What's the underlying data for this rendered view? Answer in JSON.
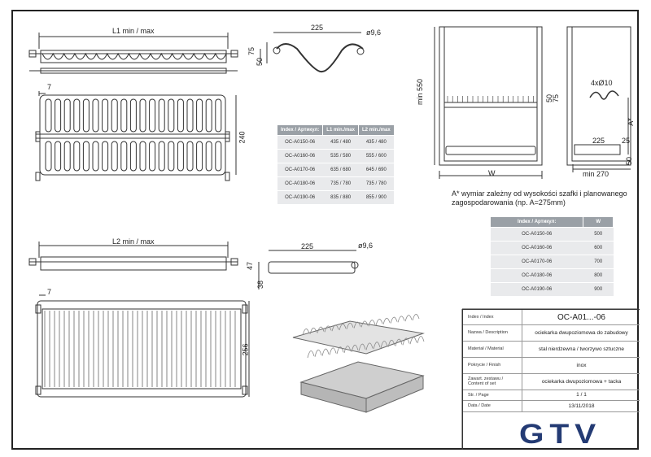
{
  "dims": {
    "l1": "L1 min / max",
    "d225a": "225",
    "d96a": "ø9,6",
    "d75": "75",
    "d50a": "50",
    "d7a": "7",
    "d240": "240",
    "l2": "L2 min / max",
    "d225b": "225",
    "d96b": "ø9,6",
    "d47": "47",
    "d38": "38",
    "d7b": "7",
    "d256": "256",
    "d550": "min  550",
    "d50b": "50",
    "d75b": "75",
    "d4x10": "4xØ10",
    "dA": "A*",
    "d225c": "225",
    "d25": "25",
    "dW": "W",
    "d270": "min  270",
    "d50c": "50"
  },
  "note": "A* wymiar zależny od wysokości szafki i planowanego zagospodarowania (np. A=275mm)",
  "table_l": {
    "headers": [
      "Index / Артикул:",
      "L1 min./max",
      "L2 min./max"
    ],
    "rows": [
      [
        "OC-A0150-06",
        "435 / 480",
        "435 / 480"
      ],
      [
        "OC-A0160-06",
        "535 / 580",
        "555 / 600"
      ],
      [
        "OC-A0170-06",
        "635 / 680",
        "645 / 690"
      ],
      [
        "OC-A0180-06",
        "735 / 780",
        "735 / 780"
      ],
      [
        "OC-A0190-06",
        "835 / 880",
        "855 / 900"
      ]
    ]
  },
  "table_w": {
    "headers": [
      "Index / Артикул:",
      "W"
    ],
    "rows": [
      [
        "OC-A0150-06",
        "500"
      ],
      [
        "OC-A0160-06",
        "600"
      ],
      [
        "OC-A0170-06",
        "700"
      ],
      [
        "OC-A0180-06",
        "800"
      ],
      [
        "OC-A0190-06",
        "900"
      ]
    ]
  },
  "title_block": [
    {
      "label": "Index / Index",
      "value": "OC-A01...-06"
    },
    {
      "label": "Nazwa / Description",
      "value": "ociekarka dwupoziomowa do zabudowy"
    },
    {
      "label": "Materiał / Material",
      "value": "stal nierdzewna / tworzywo sztuczne"
    },
    {
      "label": "Pokrycie / Finish",
      "value": "inox"
    },
    {
      "label": "Zawart. zestawu / Content of set",
      "value": "ociekarka dwupoziomowa + tacka"
    },
    {
      "label": "Str. / Page",
      "value": "1 / 1"
    },
    {
      "label": "Data / Date",
      "value": "13/11/2018"
    }
  ],
  "logo": "GTV",
  "colors": {
    "logo": "#243b74",
    "line": "#333333",
    "table_head": "#9aa0a6"
  }
}
